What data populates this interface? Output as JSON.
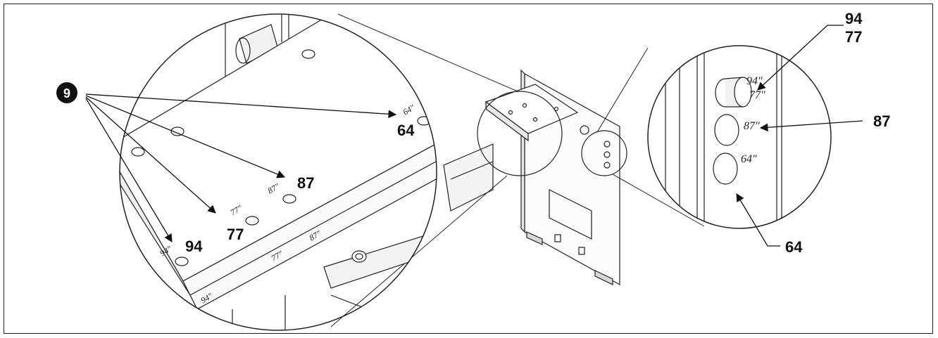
{
  "reference_number": "9",
  "callouts": {
    "hole_64": "64",
    "hole_87": "87",
    "hole_77": "77",
    "hole_94": "94",
    "right_94": "94",
    "right_77": "77",
    "right_87": "87",
    "right_64": "64"
  },
  "markings": {
    "left_64": "64\"",
    "left_87": "87\"",
    "left_77": "77\"",
    "left_94": "94\"",
    "rail_77": "77\"",
    "rail_87": "87\"",
    "rail_94": "94\"",
    "right_94": "94\"",
    "right_77": "77\"",
    "right_87": "87\"",
    "right_64": "64\""
  },
  "colors": {
    "line": "#222222",
    "background": "#ffffff"
  }
}
